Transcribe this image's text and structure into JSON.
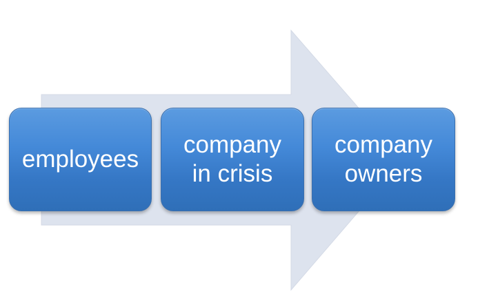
{
  "diagram": {
    "type": "process-arrow",
    "colors": {
      "arrow_fill": "#dde3ee",
      "box_fill": "#4185d3",
      "box_text": "#ffffff"
    },
    "steps": [
      {
        "label": "employees"
      },
      {
        "label": "company\nin crisis"
      },
      {
        "label": "company\nowners"
      }
    ]
  }
}
